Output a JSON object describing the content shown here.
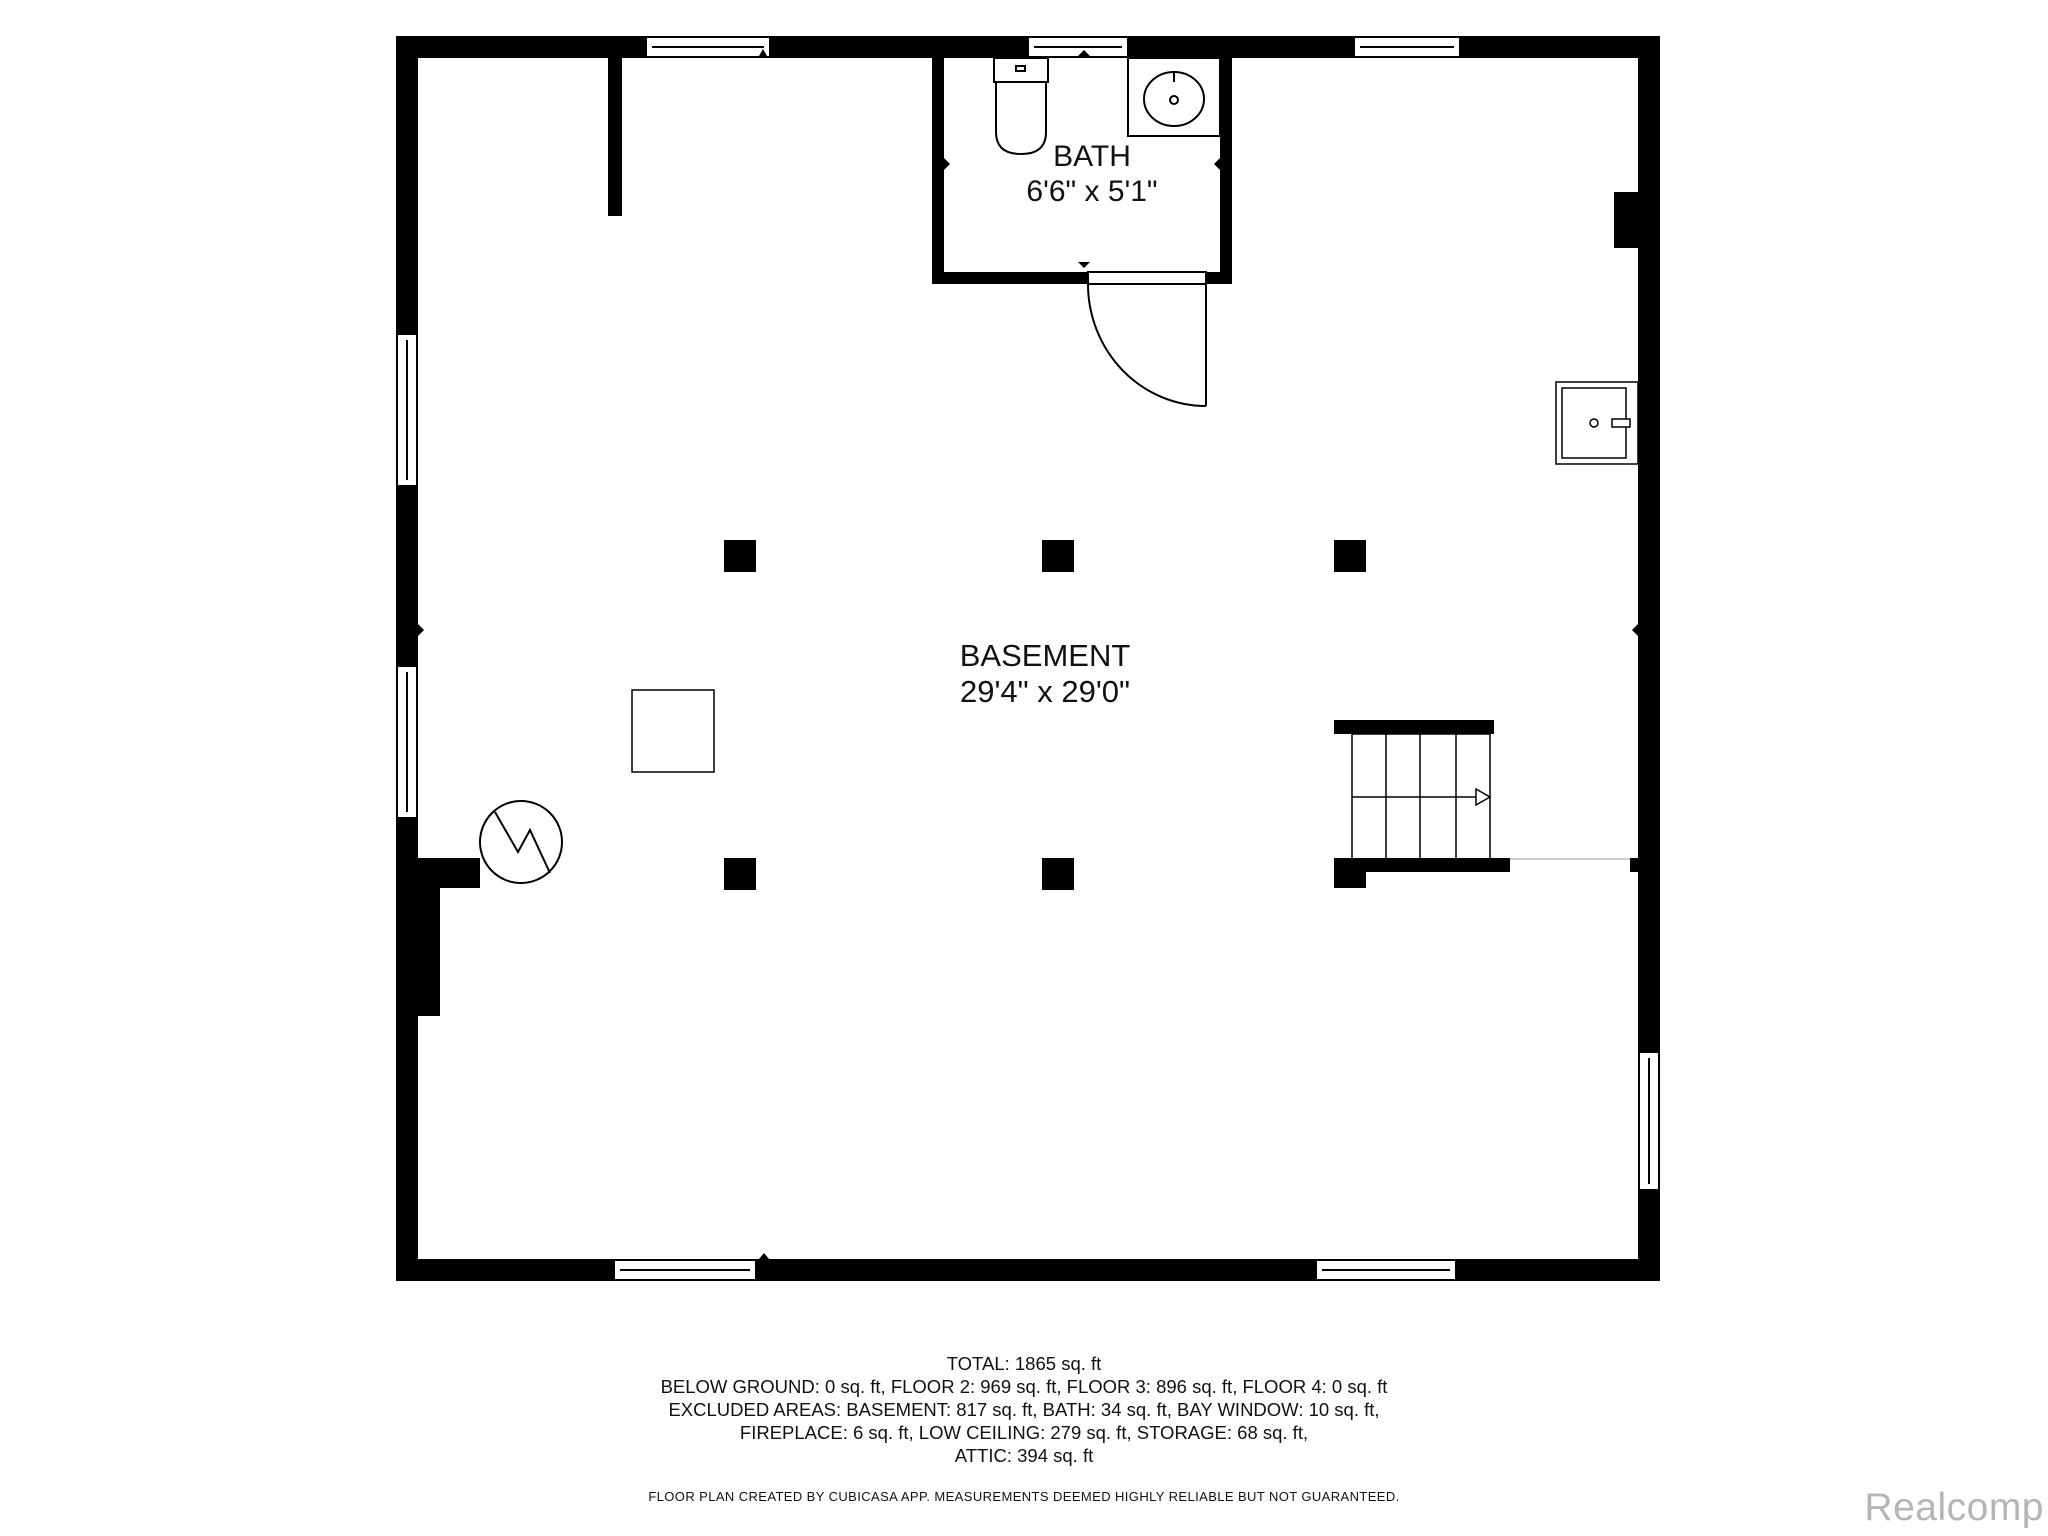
{
  "rooms": {
    "bath": {
      "name": "BATH",
      "dimensions": "6'6\" x 5'1\""
    },
    "basement": {
      "name": "BASEMENT",
      "dimensions": "29'4\" x 29'0\""
    }
  },
  "summary": {
    "lines": [
      "TOTAL: 1865 sq. ft",
      "BELOW GROUND: 0 sq. ft, FLOOR 2: 969 sq. ft, FLOOR 3: 896 sq. ft, FLOOR 4: 0 sq. ft",
      "EXCLUDED AREAS: BASEMENT: 817 sq. ft, BATH: 34 sq. ft, BAY WINDOW: 10 sq. ft,",
      "FIREPLACE: 6 sq. ft, LOW CEILING: 279 sq. ft, STORAGE: 68 sq. ft,",
      "ATTIC: 394 sq. ft"
    ]
  },
  "disclaimer": "FLOOR PLAN CREATED BY CUBICASA APP. MEASUREMENTS DEEMED HIGHLY RELIABLE BUT NOT GUARANTEED.",
  "watermark": "Realcomp",
  "colors": {
    "wall": "#000000",
    "background": "#ffffff",
    "watermark": "#b5b5b5"
  }
}
